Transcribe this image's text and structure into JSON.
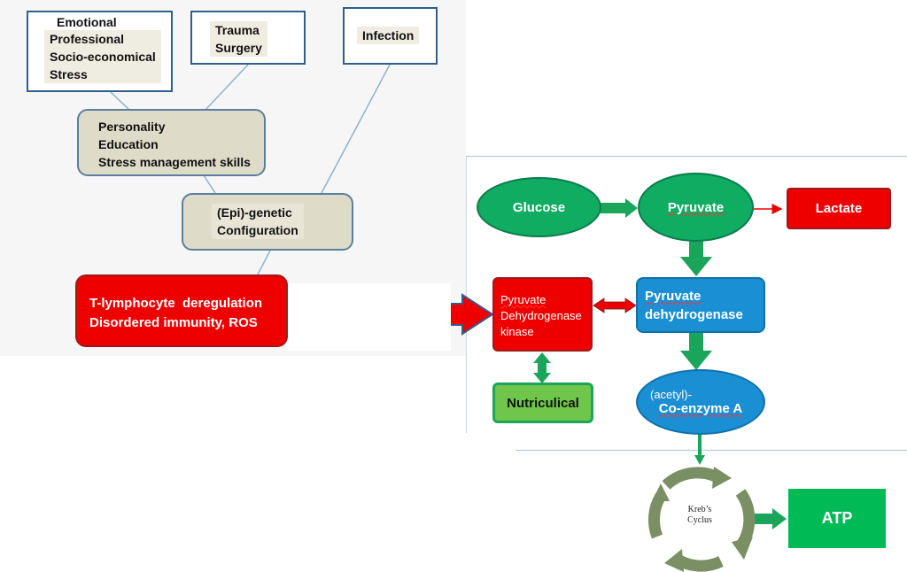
{
  "left_panel": {
    "box_stressors": [
      "Emotional",
      "Professional",
      "Socio-economical",
      "Stress"
    ],
    "box_trauma": [
      "Trauma",
      "Surgery"
    ],
    "box_infection": "Infection",
    "box_personality": [
      "Personality",
      "Education",
      "Stress management skills"
    ],
    "box_genetic": [
      "(Epi)-genetic",
      "Configuration"
    ],
    "box_tlymph": [
      "T-lymphocyte  deregulation",
      "Disordered immunity, ROS"
    ]
  },
  "metabolism": {
    "glucose": "Glucose",
    "pyruvate": "Pyruvate",
    "lactate": "Lactate",
    "pdk": [
      "Pyruvate",
      "Dehydrogenase",
      "kinase"
    ],
    "pdh": [
      "Pyruvate",
      "dehydrogenase"
    ],
    "nutriculical": "Nutriculical",
    "coa": [
      "(acetyl)-",
      "Co-enzyme A"
    ],
    "kreb": [
      "Kreb’s",
      "Cyclus"
    ],
    "atp": "ATP"
  },
  "colors": {
    "red": "#ee0000",
    "green": "#0fac62",
    "blue": "#1a8fd3",
    "arrow_green": "#1aa55a",
    "cycle": "#7a8f64"
  }
}
